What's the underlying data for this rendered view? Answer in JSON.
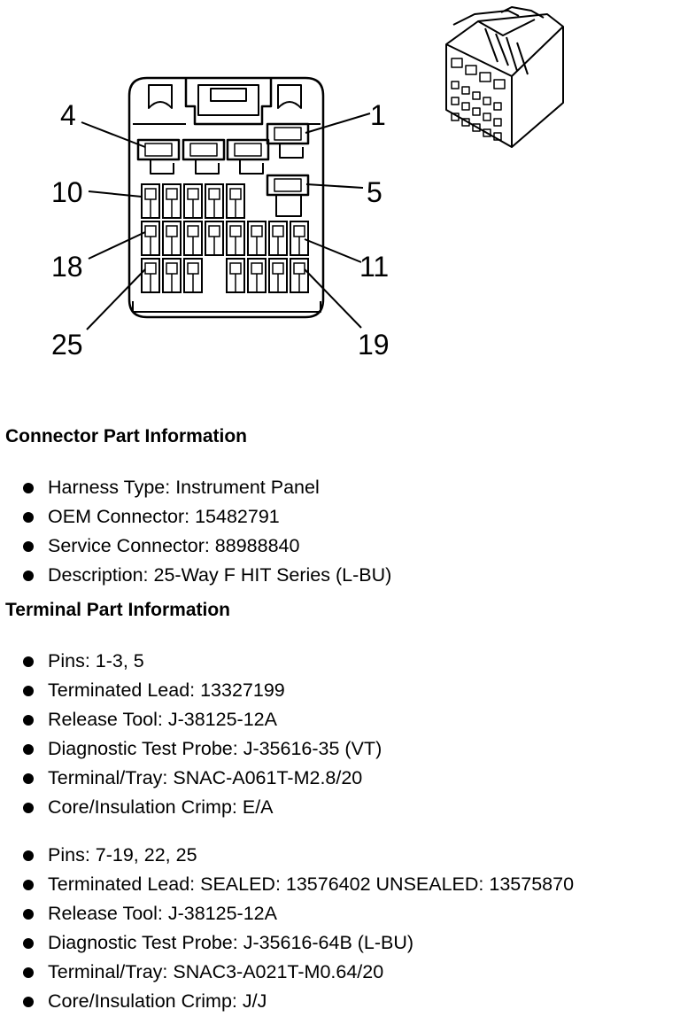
{
  "pin_callouts": [
    "4",
    "1",
    "10",
    "5",
    "18",
    "11",
    "25",
    "19"
  ],
  "connector_section": {
    "heading": "Connector Part Information",
    "items": [
      "Harness Type: Instrument Panel",
      "OEM Connector: 15482791",
      "Service Connector: 88988840",
      "Description: 25-Way F HIT Series (L-BU)"
    ]
  },
  "terminal_section": {
    "heading": "Terminal Part Information",
    "groups": [
      {
        "items": [
          "Pins: 1-3, 5",
          "Terminated Lead: 13327199",
          "Release Tool: J-38125-12A",
          "Diagnostic Test Probe: J-35616-35 (VT)",
          "Terminal/Tray: SNAC-A061T-M2.8/20",
          "Core/Insulation Crimp: E/A"
        ]
      },
      {
        "items": [
          "Pins: 7-19, 22, 25",
          "Terminated Lead: SEALED: 13576402 UNSEALED: 13575870",
          "Release Tool: J-38125-12A",
          "Diagnostic Test Probe: J-35616-64B (L-BU)",
          "Terminal/Tray: SNAC3-A021T-M0.64/20",
          "Core/Insulation Crimp: J/J"
        ]
      }
    ]
  }
}
